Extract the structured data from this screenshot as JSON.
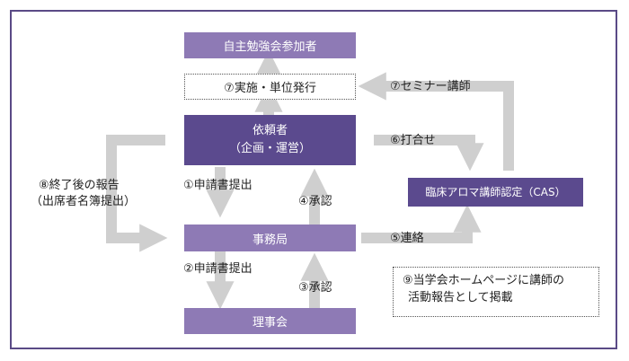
{
  "nodes": {
    "participants": "自主勉強会参加者",
    "implementation": "⑦実施・単位発行",
    "requester_line1": "依頼者",
    "requester_line2": "（企画・運営）",
    "secretariat": "事務局",
    "board": "理事会",
    "cas": "臨床アロマ講師認定（CAS）"
  },
  "labels": {
    "seminar_lecturer": "⑦セミナー講師",
    "meeting": "⑥打合せ",
    "application_submit_1": "①申請書提出",
    "approval_4": "④承認",
    "report_line1": "⑧終了後の報告",
    "report_line2": "（出席者名簿提出）",
    "contact": "⑤連絡",
    "application_submit_2": "②申請書提出",
    "approval_3": "③承認"
  },
  "note": {
    "line1": "⑨当学会ホームページに講師の",
    "line2": "活動報告として掲載"
  },
  "colors": {
    "frame": "#5a4a86",
    "box_light": "#8e7ab5",
    "box_dark": "#5b4a8e",
    "arrow": "#cfcfcf"
  }
}
